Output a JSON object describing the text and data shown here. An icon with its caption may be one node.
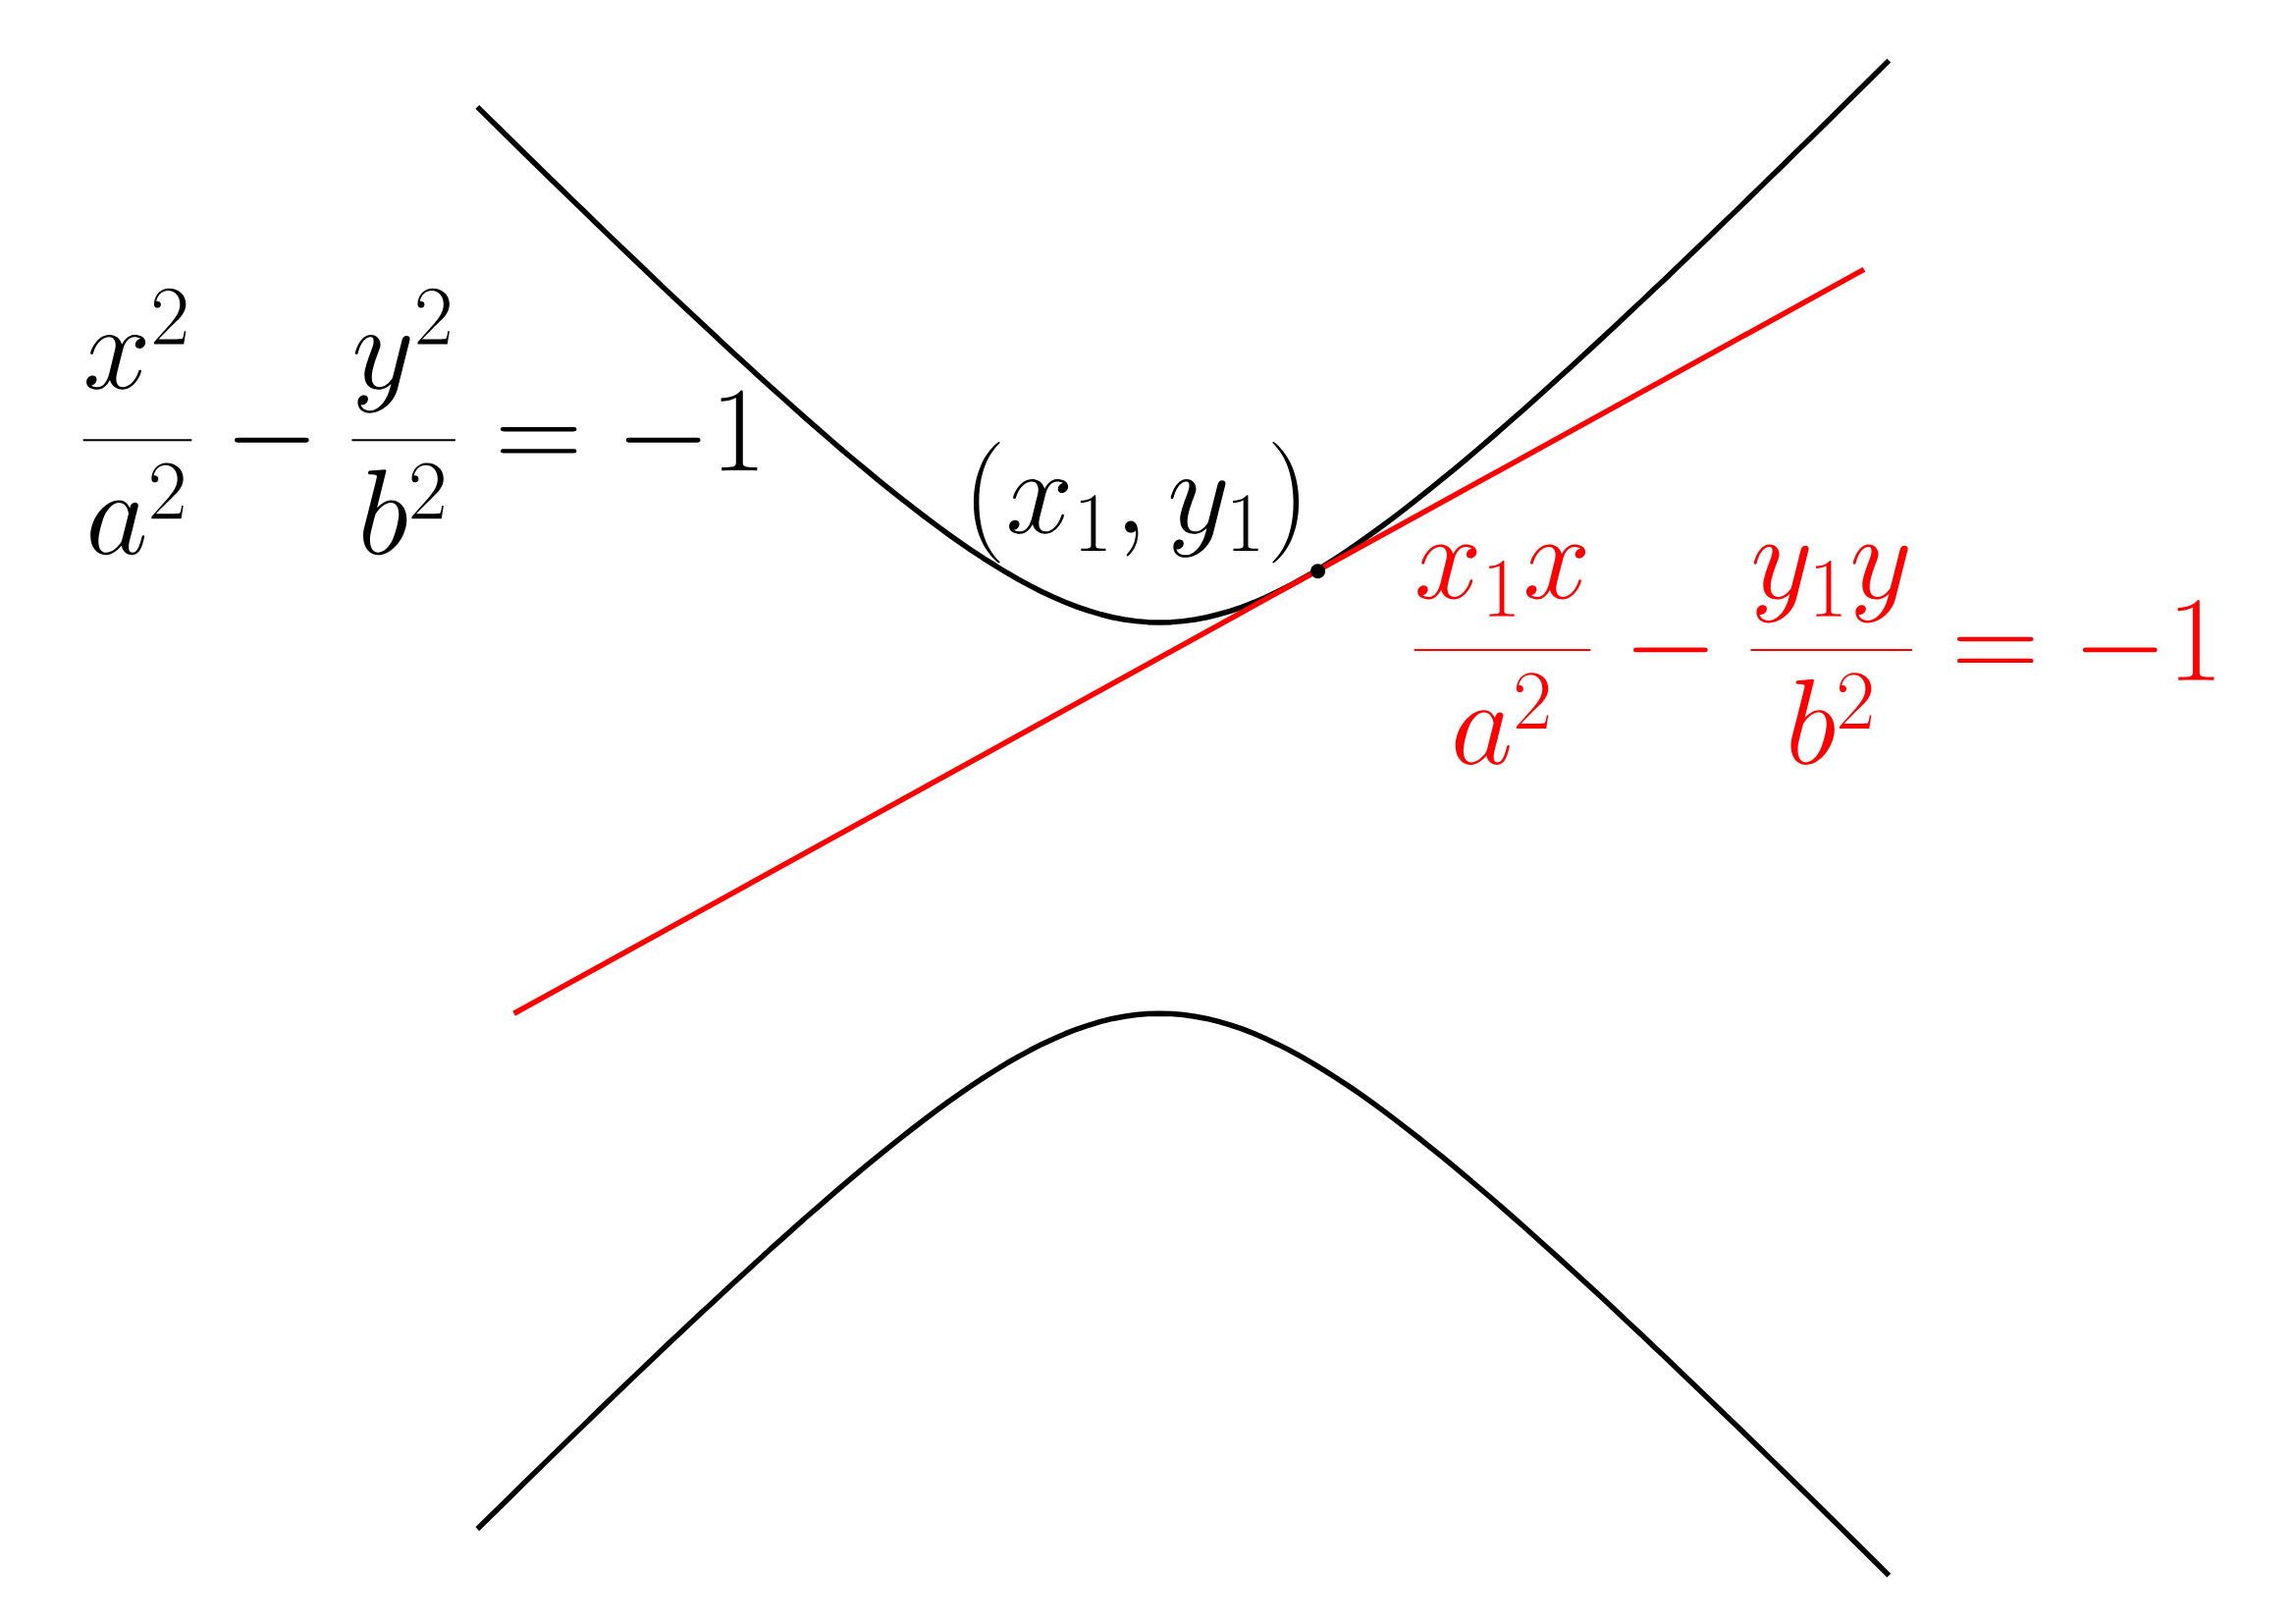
{
  "diagram": {
    "labels": [
      "\\frac{x^2}{a^2}-\\frac{y^2}{b^2}=-1",
      "(x_1,y_1)",
      "\\frac{x_1x}{a^2}-\\frac{y_1y}{b^2}=-1"
    ]
  }
}
